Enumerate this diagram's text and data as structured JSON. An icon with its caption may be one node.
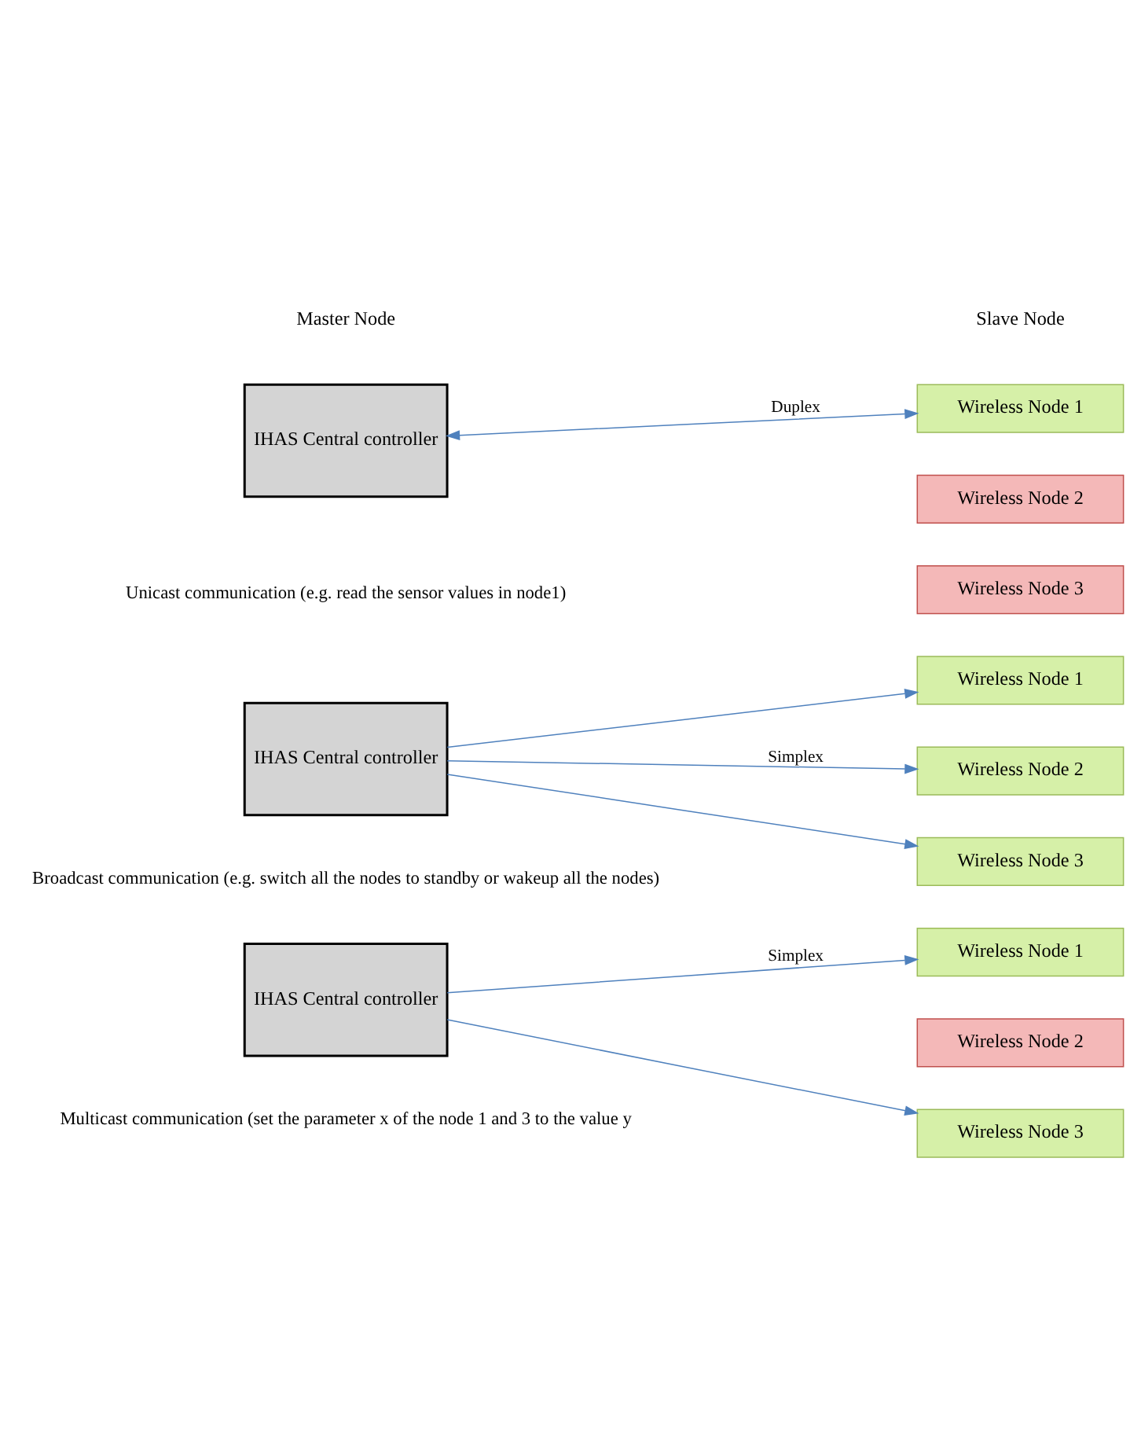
{
  "diagram": {
    "nodes": [
      {
        "text": [
          "IHAS Central controller"
        ]
      },
      {
        "text": [
          "Wireless Node 1"
        ]
      },
      {
        "text": [
          "Wireless Node 2"
        ]
      },
      {
        "text": [
          "Wireless Node 3"
        ]
      },
      {
        "text": [
          "IHAS Central controller"
        ]
      },
      {
        "text": [
          "Wireless Node 1"
        ]
      },
      {
        "text": [
          "Wireless Node 2"
        ]
      },
      {
        "text": [
          "Wireless Node 3"
        ]
      },
      {
        "text": [
          "IHAS Central controller"
        ]
      },
      {
        "text": [
          "Wireless Node 1"
        ]
      },
      {
        "text": [
          "Wireless Node 2"
        ]
      },
      {
        "text": [
          "Wireless Node 3"
        ]
      }
    ],
    "edges": [
      {
        "from": 0,
        "to": 1,
        "arrow": "both",
        "label": "Duplex"
      },
      {
        "from": 4,
        "to": 5,
        "arrow": "to"
      },
      {
        "from": 4,
        "to": 6,
        "arrow": "to",
        "label": "Simplex"
      },
      {
        "from": 4,
        "to": 7,
        "arrow": "to"
      },
      {
        "from": 8,
        "to": 9,
        "arrow": "to",
        "label": "Simplex"
      },
      {
        "from": 8,
        "to": 11,
        "arrow": "to"
      }
    ],
    "labels": [
      "Master Node",
      "Slave Node",
      "Unicast communication (e.g. read the sensor values in node1)",
      "Broadcast communication (e.g. switch all the nodes to standby or wakeup all the nodes)",
      "Multicast communication (set the parameter x of the node 1 and 3 to the value y"
    ]
  }
}
